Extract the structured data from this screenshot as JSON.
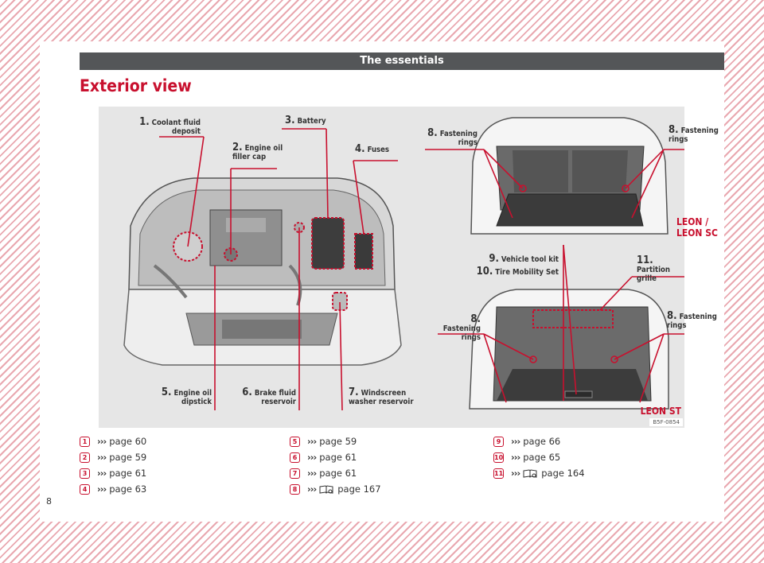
{
  "header": {
    "section": "The essentials"
  },
  "page_title": "Exterior view",
  "callouts": {
    "c1": {
      "num": "1.",
      "text": "Coolant fluid deposit"
    },
    "c2": {
      "num": "2.",
      "text": "Engine oil filler cap"
    },
    "c3": {
      "num": "3.",
      "text": "Battery"
    },
    "c4": {
      "num": "4.",
      "text": "Fuses"
    },
    "c5": {
      "num": "5.",
      "text": "Engine oil dipstick"
    },
    "c6": {
      "num": "6.",
      "text": "Brake fluid reservoir"
    },
    "c7": {
      "num": "7.",
      "text": "Windscreen washer reservoir"
    },
    "c8": {
      "num": "8.",
      "text": "Fastening rings"
    },
    "c9": {
      "num": "9.",
      "text": "Vehicle tool kit"
    },
    "c10": {
      "num": "10.",
      "text": "Tire Mobility Set"
    },
    "c11": {
      "num": "11.",
      "text": "Partition grille"
    }
  },
  "models": {
    "hatch": "LEON / LEON SC",
    "estate": "LEON ST"
  },
  "figure_code": "B5F-0854",
  "refs": [
    {
      "badge": "1",
      "arrows": "›››",
      "text": "page 60",
      "icon": ""
    },
    {
      "badge": "2",
      "arrows": "›››",
      "text": "page 59",
      "icon": ""
    },
    {
      "badge": "3",
      "arrows": "›››",
      "text": "page 61",
      "icon": ""
    },
    {
      "badge": "4",
      "arrows": "›››",
      "text": "page 63",
      "icon": ""
    },
    {
      "badge": "5",
      "arrows": "›››",
      "text": "page 59",
      "icon": ""
    },
    {
      "badge": "6",
      "arrows": "›››",
      "text": "page 61",
      "icon": ""
    },
    {
      "badge": "7",
      "arrows": "›››",
      "text": "page 61",
      "icon": ""
    },
    {
      "badge": "8",
      "arrows": "›››",
      "text": "page 167",
      "icon": "book-icon"
    },
    {
      "badge": "9",
      "arrows": "›››",
      "text": "page 66",
      "icon": ""
    },
    {
      "badge": "10",
      "arrows": "›››",
      "text": "page 65",
      "icon": ""
    },
    {
      "badge": "11",
      "arrows": "›››",
      "text": "page 164",
      "icon": "book-icon"
    }
  ],
  "page_number": "8",
  "colors": {
    "accent": "#c8102e",
    "header_bg": "#545658",
    "hatch": "#e9a8b0"
  }
}
